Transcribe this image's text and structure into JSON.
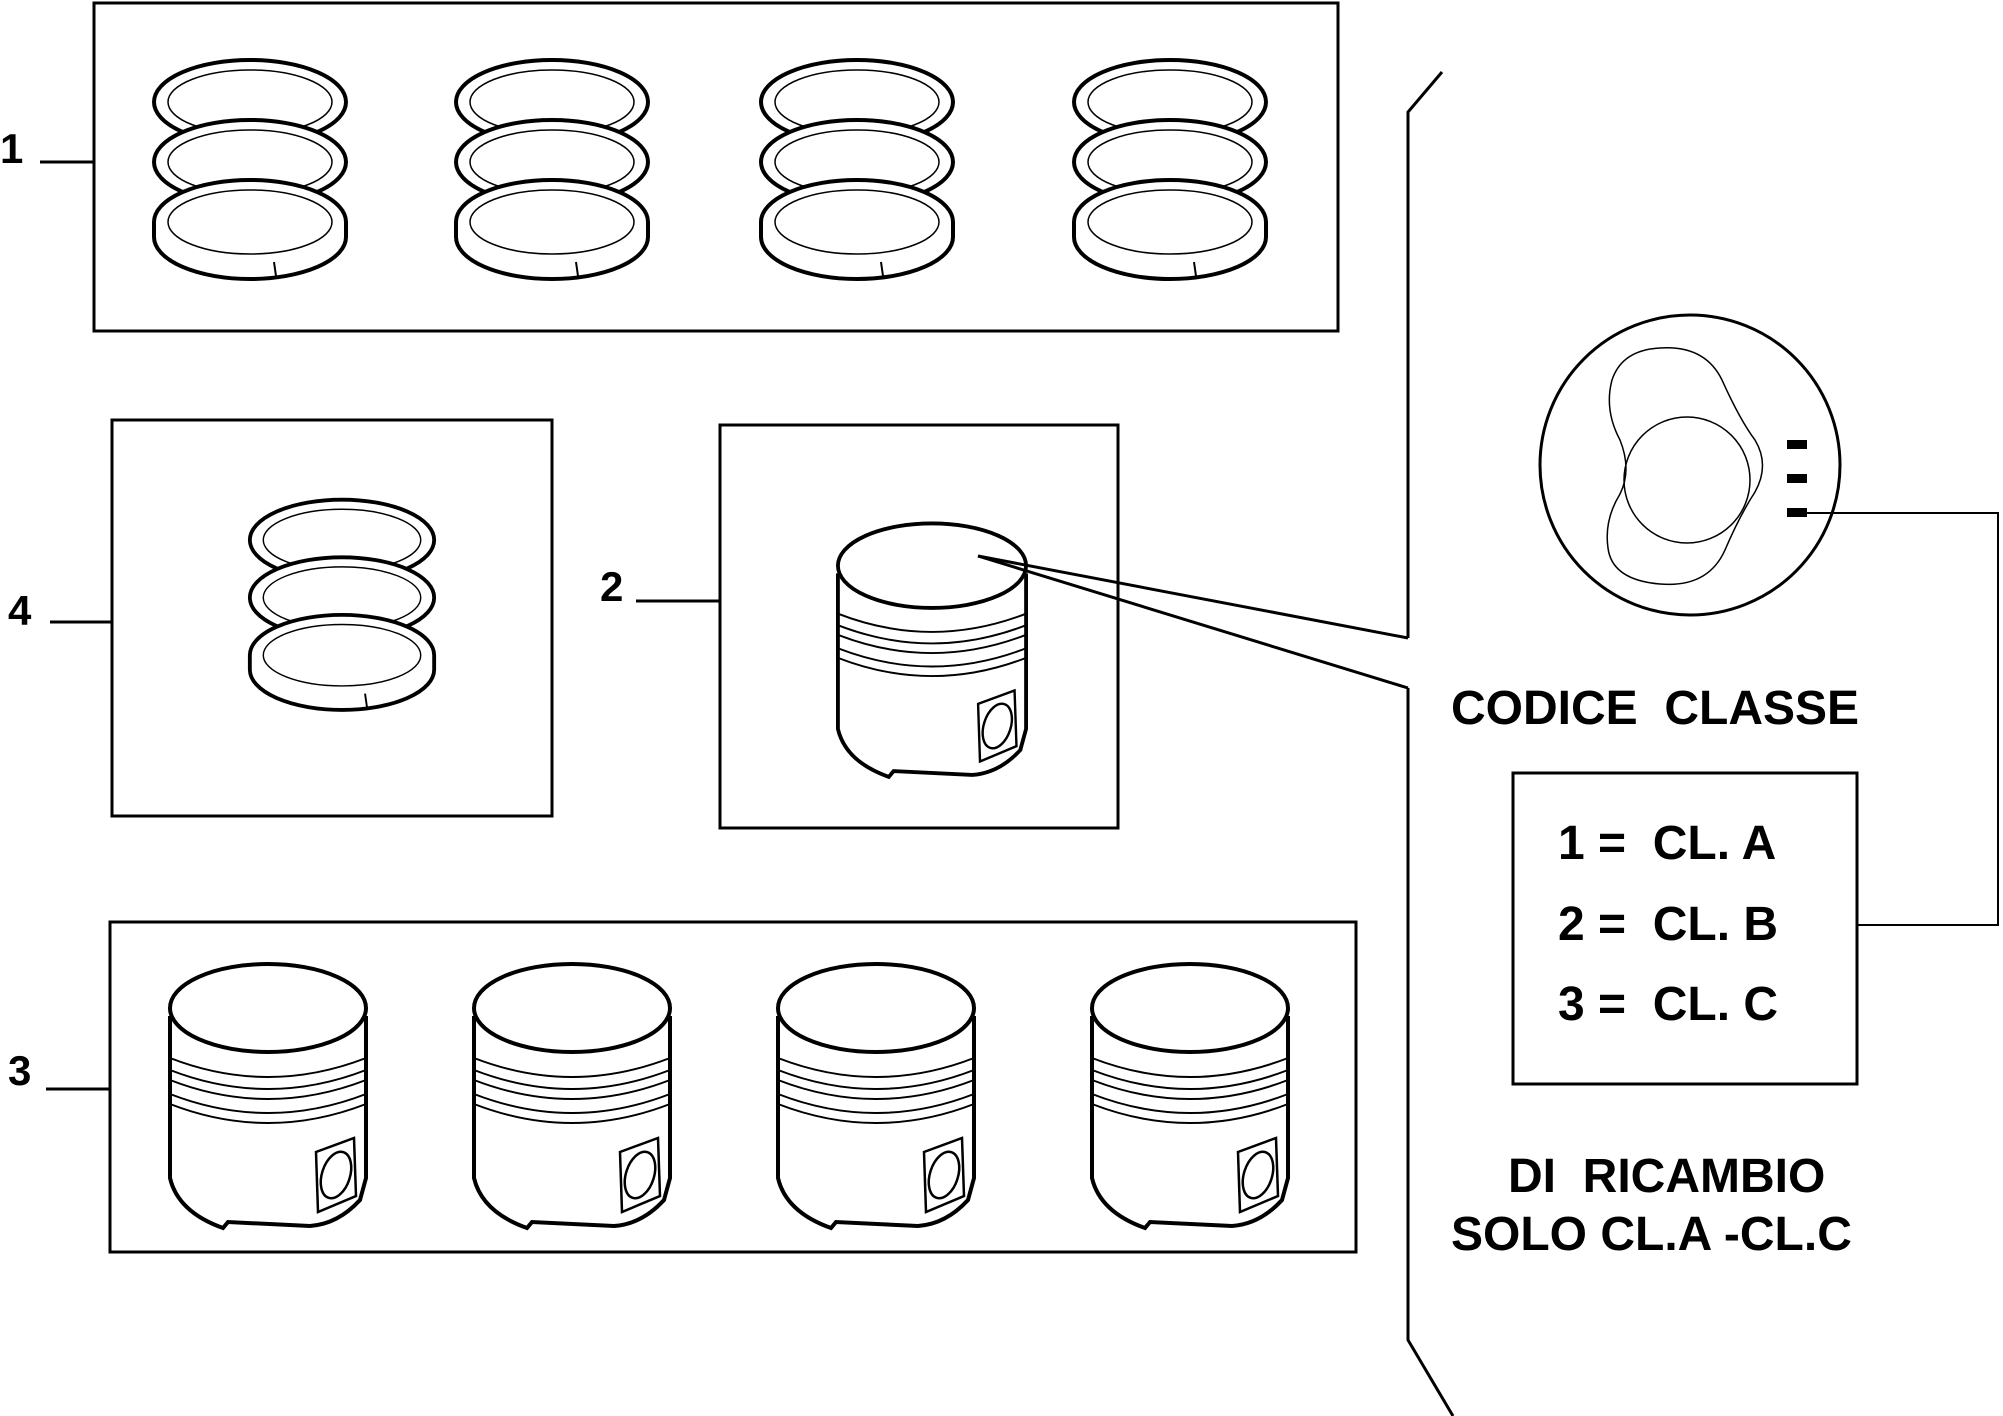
{
  "callouts": [
    "1",
    "2",
    "3",
    "4"
  ],
  "detail": {
    "heading": "CODICE  CLASSE",
    "classes": [
      "1 =  CL. A",
      "2 =  CL. B",
      "3 =  CL. C"
    ],
    "note_line1": "DI  RICAMBIO",
    "note_line2": "SOLO CL.A -CL.C"
  },
  "colors": {
    "line": "#000000",
    "background": "#ffffff"
  }
}
